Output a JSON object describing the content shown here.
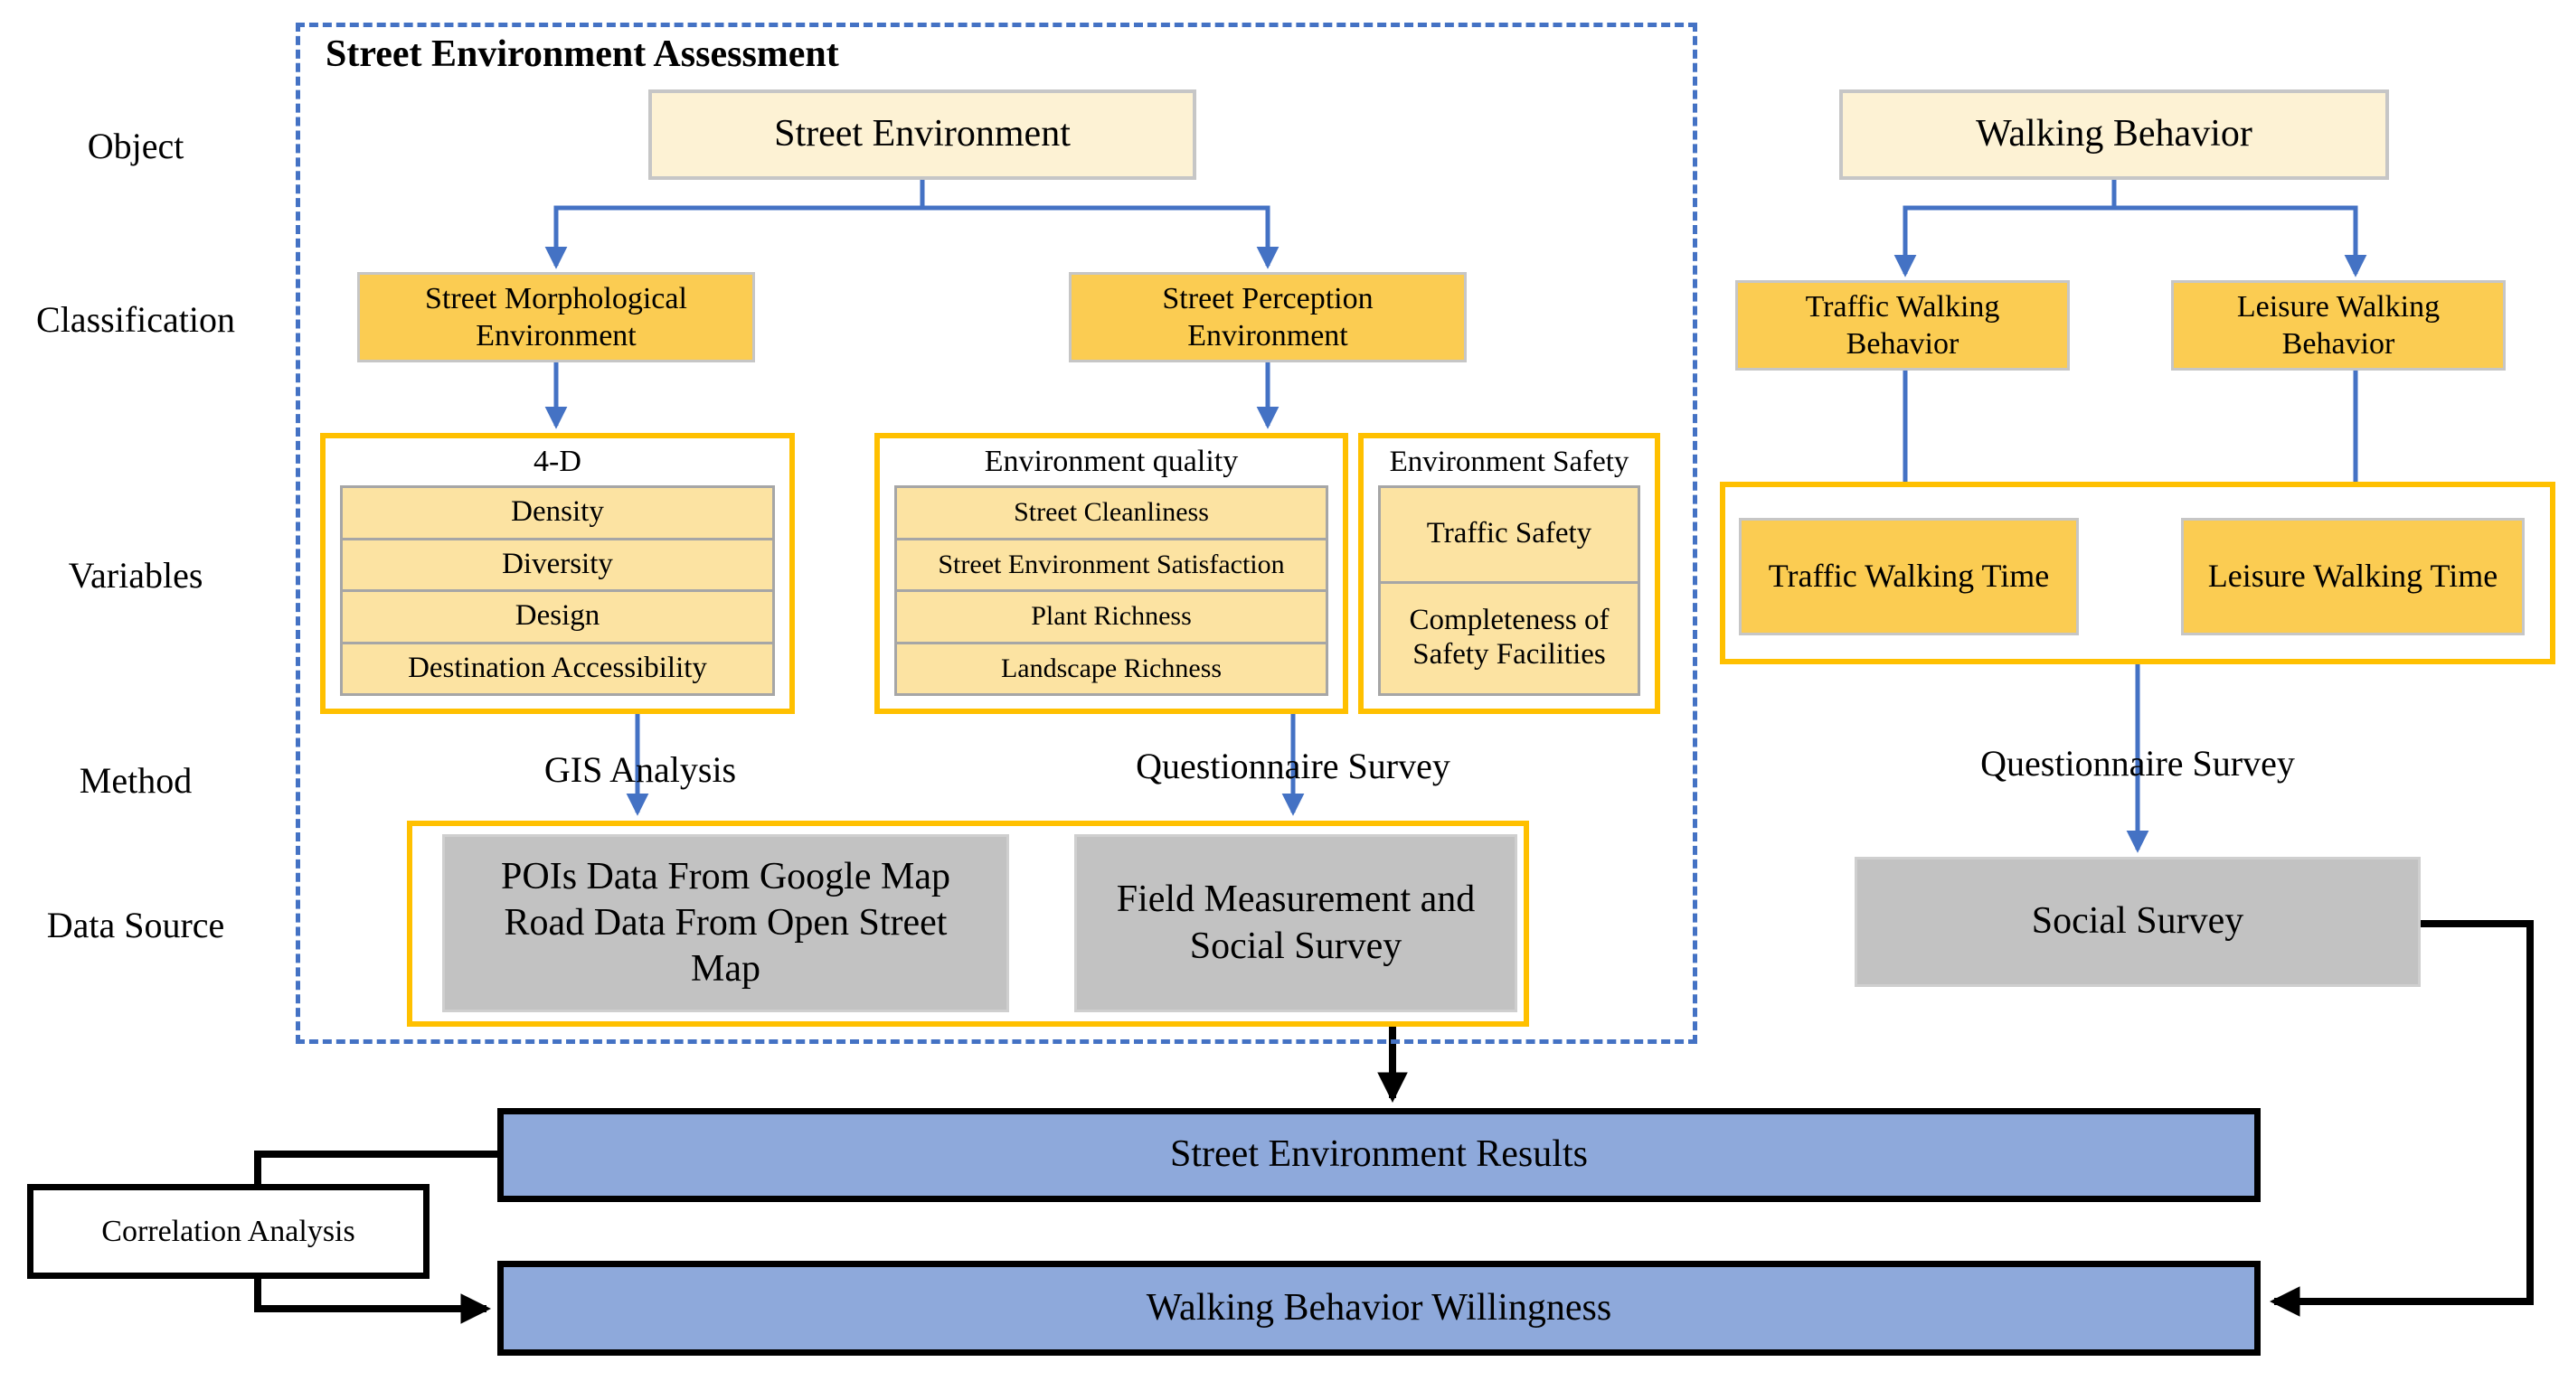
{
  "row_labels": {
    "object": "Object",
    "classification": "Classification",
    "variables": "Variables",
    "method": "Method",
    "data_source": "Data Source"
  },
  "assessment": {
    "title": "Street Environment Assessment",
    "object_box": "Street Environment",
    "classification": {
      "morphological": "Street Morphological Environment",
      "perception": "Street Perception Environment"
    },
    "variables": {
      "four_d": {
        "header": "4-D",
        "rows": [
          "Density",
          "Diversity",
          "Design",
          "Destination Accessibility"
        ]
      },
      "environment_quality": {
        "header": "Environment quality",
        "rows": [
          "Street Cleanliness",
          "Street Environment Satisfaction",
          "Plant Richness",
          "Landscape Richness"
        ]
      },
      "environment_safety": {
        "header": "Environment Safety",
        "rows": [
          "Traffic Safety",
          "Completeness of Safety Facilities"
        ]
      }
    },
    "methods": {
      "gis": "GIS Analysis",
      "questionnaire": "Questionnaire Survey"
    },
    "data_sources": {
      "pois": "POIs Data From Google Map Road Data From Open Street Map",
      "field": "Field Measurement and Social Survey"
    }
  },
  "walking": {
    "object_box": "Walking Behavior",
    "classification": {
      "traffic": "Traffic Walking Behavior",
      "leisure": "Leisure Walking Behavior"
    },
    "variables": {
      "traffic_time": "Traffic Walking Time",
      "leisure_time": "Leisure Walking Time"
    },
    "method": "Questionnaire Survey",
    "data_source": "Social Survey"
  },
  "results": {
    "street_environment": "Street Environment Results",
    "willingness": "Walking Behavior Willingness",
    "correlation": "Correlation Analysis"
  },
  "colors": {
    "cream": "#FDF2D4",
    "gold": "#FBCC52",
    "light_gold": "#FCE3A2",
    "gold_border": "#FFC000",
    "connector_blue": "#4472C4",
    "steel_blue": "#8EA9DB",
    "gray_fill": "#C2C2C2",
    "gray_border": "#CFCFCF",
    "border_gray": "#C6C6C6",
    "row_border": "#A6A6A6"
  }
}
